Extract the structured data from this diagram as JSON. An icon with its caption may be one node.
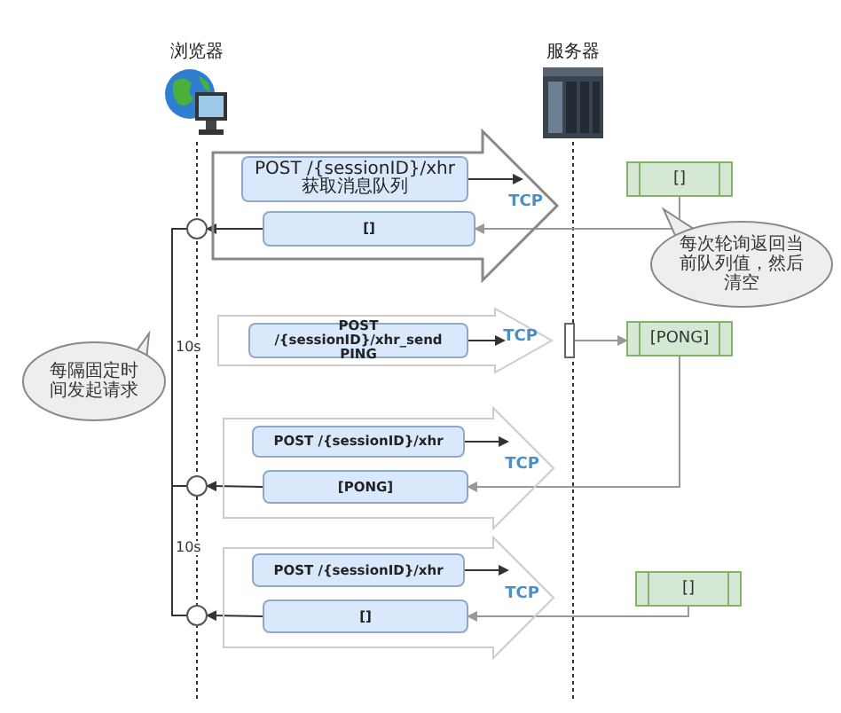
{
  "diagram": {
    "nodes": [
      {
        "text": [
          "浏览器"
        ]
      },
      {
        "text": [
          "服务器"
        ]
      },
      {
        "text": [
          "TCP"
        ]
      },
      {
        "text": [
          "POST /{sessionID}/xhr 获取消息队列"
        ],
        "in": 2
      },
      {
        "text": [
          "[]"
        ],
        "in": 2
      },
      {
        "text": [
          "[]"
        ]
      },
      {
        "text": [
          "每次轮询返回当前队列值，然后清空"
        ]
      },
      {
        "text": [
          "TCP"
        ]
      },
      {
        "text": [
          "POST /{sessionID}/xhr_send PING"
        ],
        "in": 7
      },
      {
        "text": [],
        "shape": "bar"
      },
      {
        "text": [
          "[PONG]"
        ]
      },
      {
        "text": [
          "TCP"
        ]
      },
      {
        "text": [
          "POST /{sessionID}/xhr"
        ],
        "in": 11
      },
      {
        "text": [
          "[PONG]"
        ],
        "in": 11
      },
      {
        "text": [
          "TCP"
        ]
      },
      {
        "text": [
          "POST /{sessionID}/xhr"
        ],
        "in": 14
      },
      {
        "text": [
          "[]"
        ],
        "in": 14
      },
      {
        "text": [
          "[]"
        ]
      },
      {
        "text": [
          "每隔固定时间发起请求"
        ]
      },
      {
        "text": [],
        "shape": "circle"
      },
      {
        "text": [],
        "shape": "circle"
      },
      {
        "text": [],
        "shape": "circle"
      }
    ],
    "edges": [
      {
        "from": 0,
        "to": null,
        "arrow": "none",
        "style": "dashed"
      },
      {
        "from": 1,
        "to": null,
        "arrow": "none",
        "style": "dashed"
      },
      {
        "from": 3,
        "to": null,
        "arrow": "to"
      },
      {
        "from": 4,
        "to": 19,
        "arrow": "to"
      },
      {
        "from": 5,
        "to": 4,
        "arrow": "to",
        "color": "#999999"
      },
      {
        "from": 8,
        "to": null,
        "arrow": "to"
      },
      {
        "from": 9,
        "to": 10,
        "arrow": "to",
        "color": "#999999"
      },
      {
        "from": 10,
        "to": 13,
        "arrow": "to",
        "color": "#999999"
      },
      {
        "from": 12,
        "to": null,
        "arrow": "to"
      },
      {
        "from": 13,
        "to": 20,
        "arrow": "to"
      },
      {
        "from": 15,
        "to": null,
        "arrow": "to"
      },
      {
        "from": 16,
        "to": 21,
        "arrow": "to"
      },
      {
        "from": 17,
        "to": 16,
        "arrow": "to",
        "color": "#999999"
      },
      {
        "from": 19,
        "to": 20,
        "arrow": "none",
        "label": "10s"
      },
      {
        "from": 20,
        "to": 21,
        "arrow": "none",
        "label": "10s"
      }
    ]
  }
}
